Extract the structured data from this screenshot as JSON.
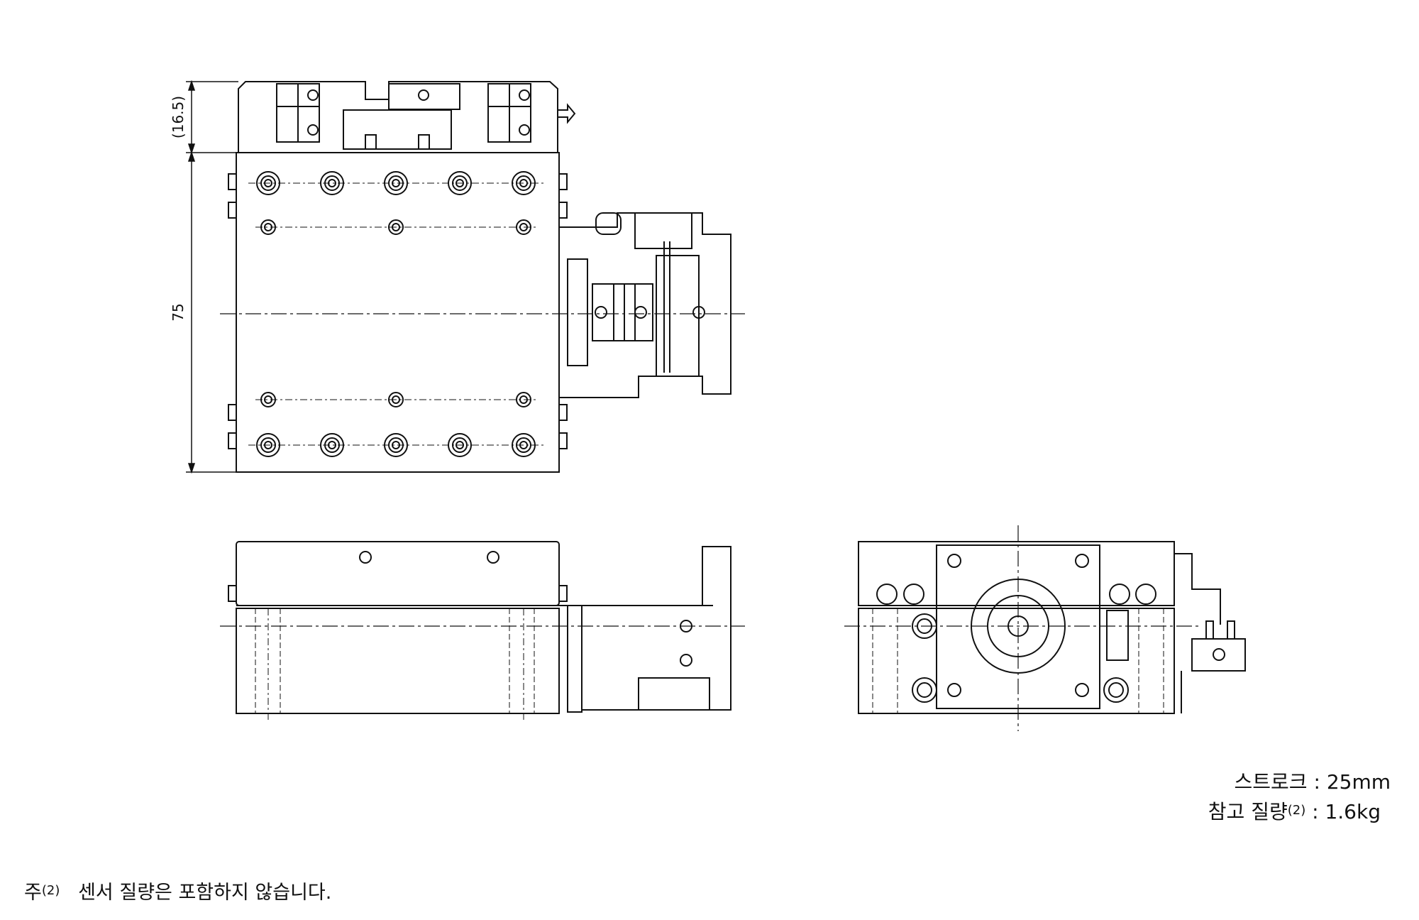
{
  "dimensions": {
    "top_height": "(16.5)",
    "body_height": "75"
  },
  "specs": {
    "stroke_label": "스트로크",
    "stroke_value": "25mm",
    "mass_label": "참고 질량",
    "mass_note_ref": "(2)",
    "mass_value": "1.6kg"
  },
  "note": {
    "prefix": "주",
    "ref": "(2)",
    "text": "센서 질량은 포함하지 않습니다."
  },
  "colors": {
    "line": "#111111",
    "background": "#ffffff"
  }
}
